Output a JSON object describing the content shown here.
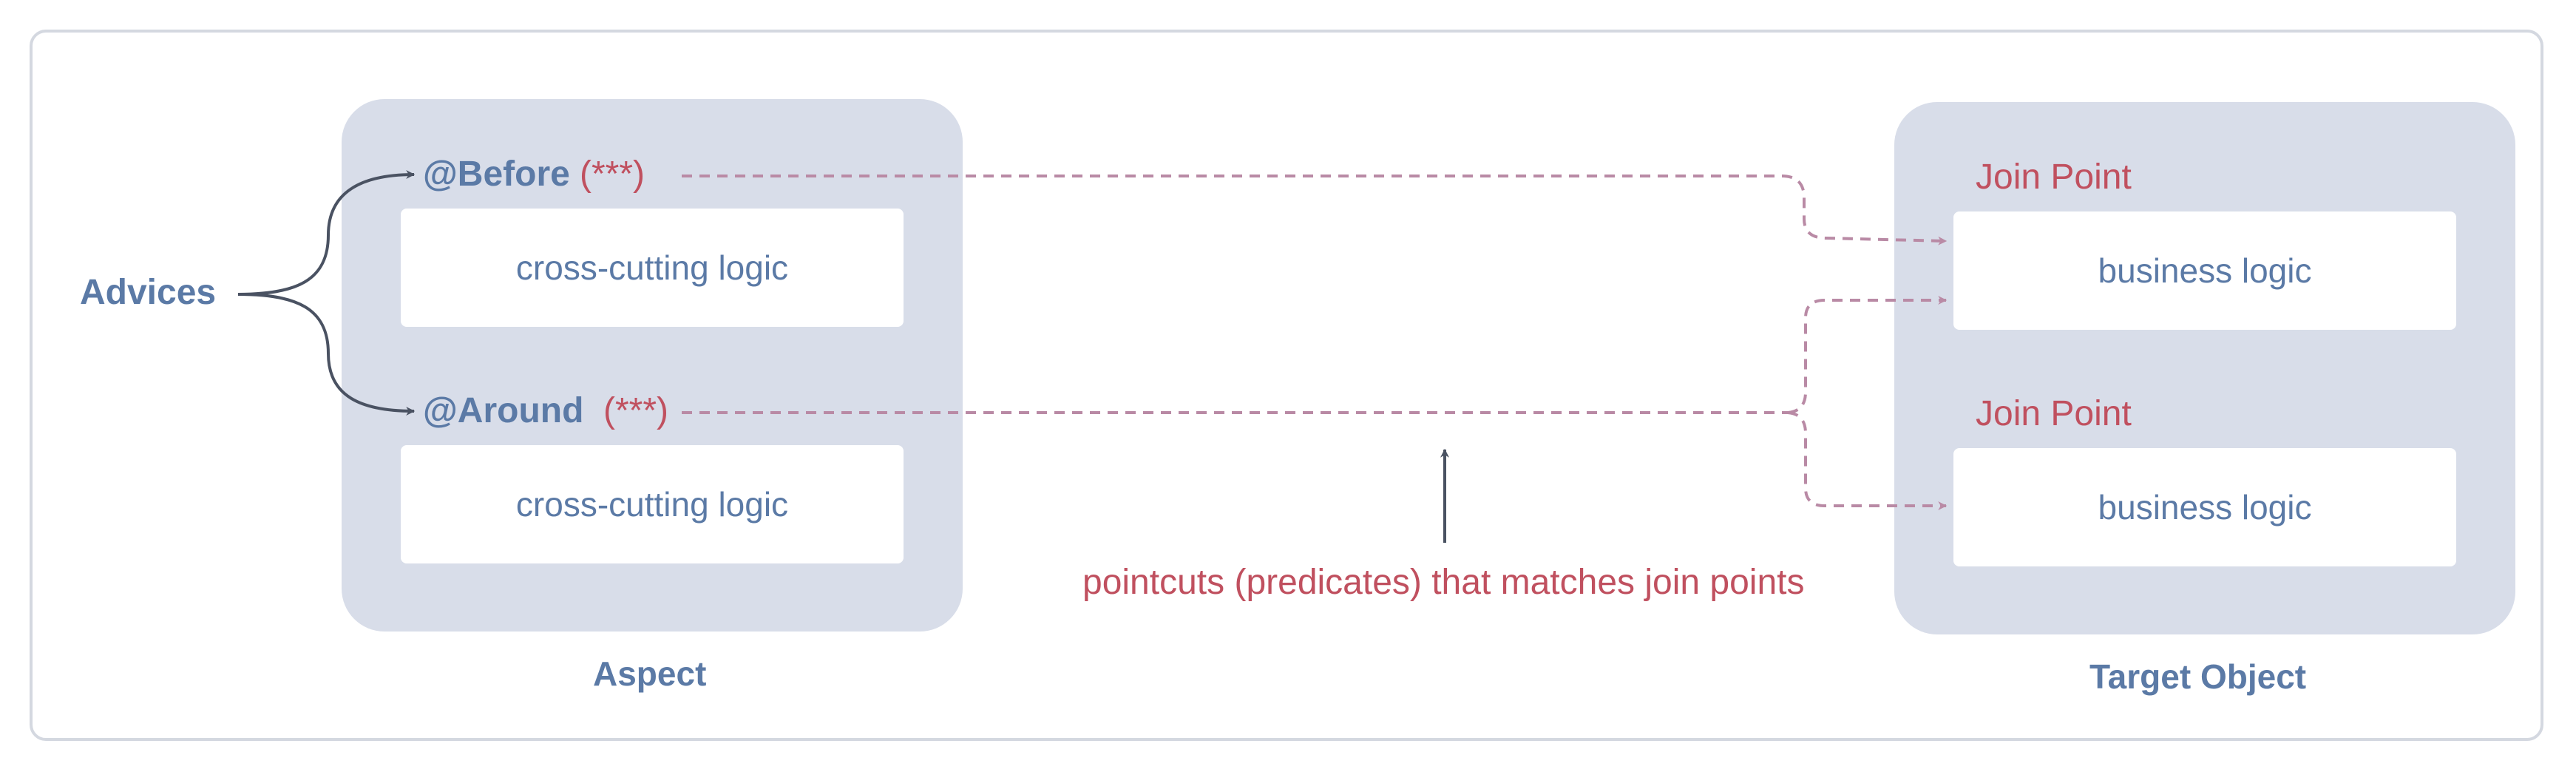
{
  "advices_label": "Advices",
  "aspect": {
    "label": "Aspect",
    "advice_before": {
      "annotation": "@Before",
      "pointcut": "(***)",
      "body": "cross-cutting logic"
    },
    "advice_around": {
      "annotation": "@Around",
      "pointcut": "(***)",
      "body": "cross-cutting logic"
    }
  },
  "target": {
    "label": "Target Object",
    "join_points": [
      {
        "label": "Join Point",
        "body": "business logic"
      },
      {
        "label": "Join Point",
        "body": "business logic"
      }
    ]
  },
  "pointcuts_caption": "pointcuts (predicates) that matches join points",
  "colors": {
    "panel": "#d8dde9",
    "blue_text": "#5b7aa6",
    "red_text": "#c0505f",
    "dashed_arrow": "#b98aa5",
    "solid_arrow": "#4a5262",
    "frame_border": "#d4d8e0"
  }
}
